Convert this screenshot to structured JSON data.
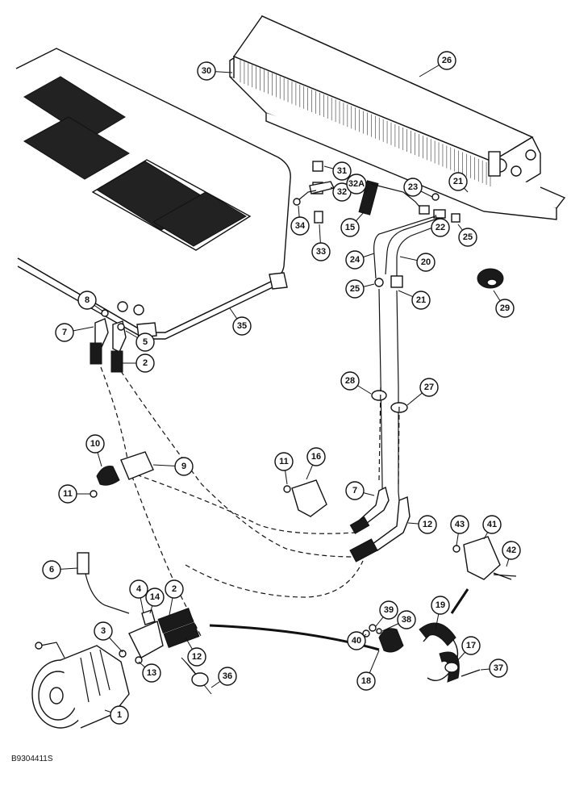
{
  "figure_code": "B9304411S",
  "callouts": [
    "1",
    "2",
    "3",
    "4",
    "5",
    "6",
    "7",
    "8",
    "9",
    "10",
    "11",
    "12",
    "13",
    "14",
    "15",
    "16",
    "17",
    "18",
    "19",
    "20",
    "21",
    "22",
    "23",
    "24",
    "25",
    "26",
    "27",
    "28",
    "29",
    "30",
    "31",
    "32",
    "32A",
    "33",
    "34",
    "35",
    "36",
    "37",
    "38",
    "39",
    "40",
    "41",
    "42",
    "43"
  ],
  "colors": {
    "line": "#111111",
    "background": "#ffffff",
    "fill_dark": "#1a1a1a"
  }
}
